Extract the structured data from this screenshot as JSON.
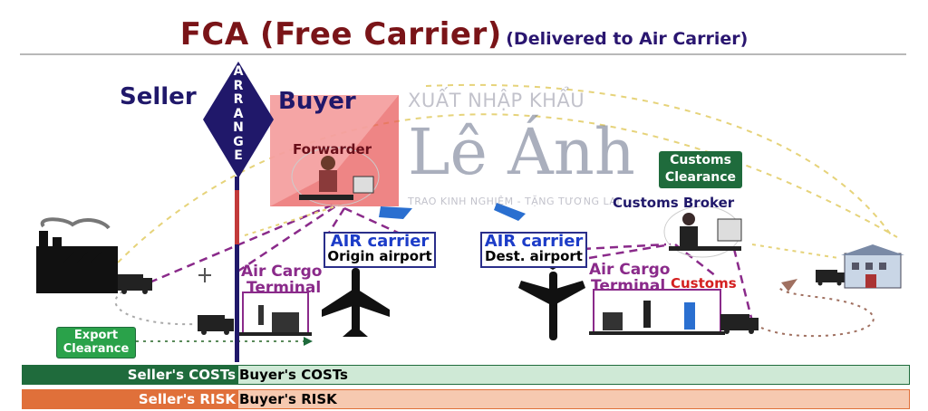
{
  "title": {
    "main": "FCA (Free Carrier)",
    "sub": "(Delivered to Air Carrier)"
  },
  "parties": {
    "seller": "Seller",
    "buyer": "Buyer",
    "arrange": "ARRANGE"
  },
  "forwarder": "Forwarder",
  "air_origin": {
    "line1": "AIR carrier",
    "line2": "Origin airport"
  },
  "air_dest": {
    "line1": "AIR carrier",
    "line2": "Dest. airport"
  },
  "customs_clearance": {
    "line1": "Customs",
    "line2": "Clearance"
  },
  "customs_broker": "Customs Broker",
  "terminal_left": {
    "line1": "Air Cargo",
    "line2": "Terminal"
  },
  "terminal_right": {
    "line1": "Air Cargo",
    "line2": "Terminal",
    "customs": "Customs"
  },
  "export_clearance": {
    "line1": "Export",
    "line2": "Clearance"
  },
  "costs": {
    "seller": "Seller's COSTs",
    "buyer": "Buyer's COSTs"
  },
  "risk": {
    "seller": "Seller's RISK",
    "buyer": "Buyer's RISK"
  },
  "watermark": {
    "top": "XUẤT NHẬP KHẨU",
    "name": "Lê Ánh",
    "tagline": "TRAO KINH NGHIỆM - TẶNG TƯƠNG LAI"
  },
  "colors": {
    "costs_dark": "#1f6b3c",
    "costs_light": "#cfe9d6",
    "risk_dark": "#e0703a",
    "risk_light": "#f6c9b0",
    "title": "#7a1418",
    "navy": "#20186a",
    "dashed": "#8a2a8a"
  }
}
